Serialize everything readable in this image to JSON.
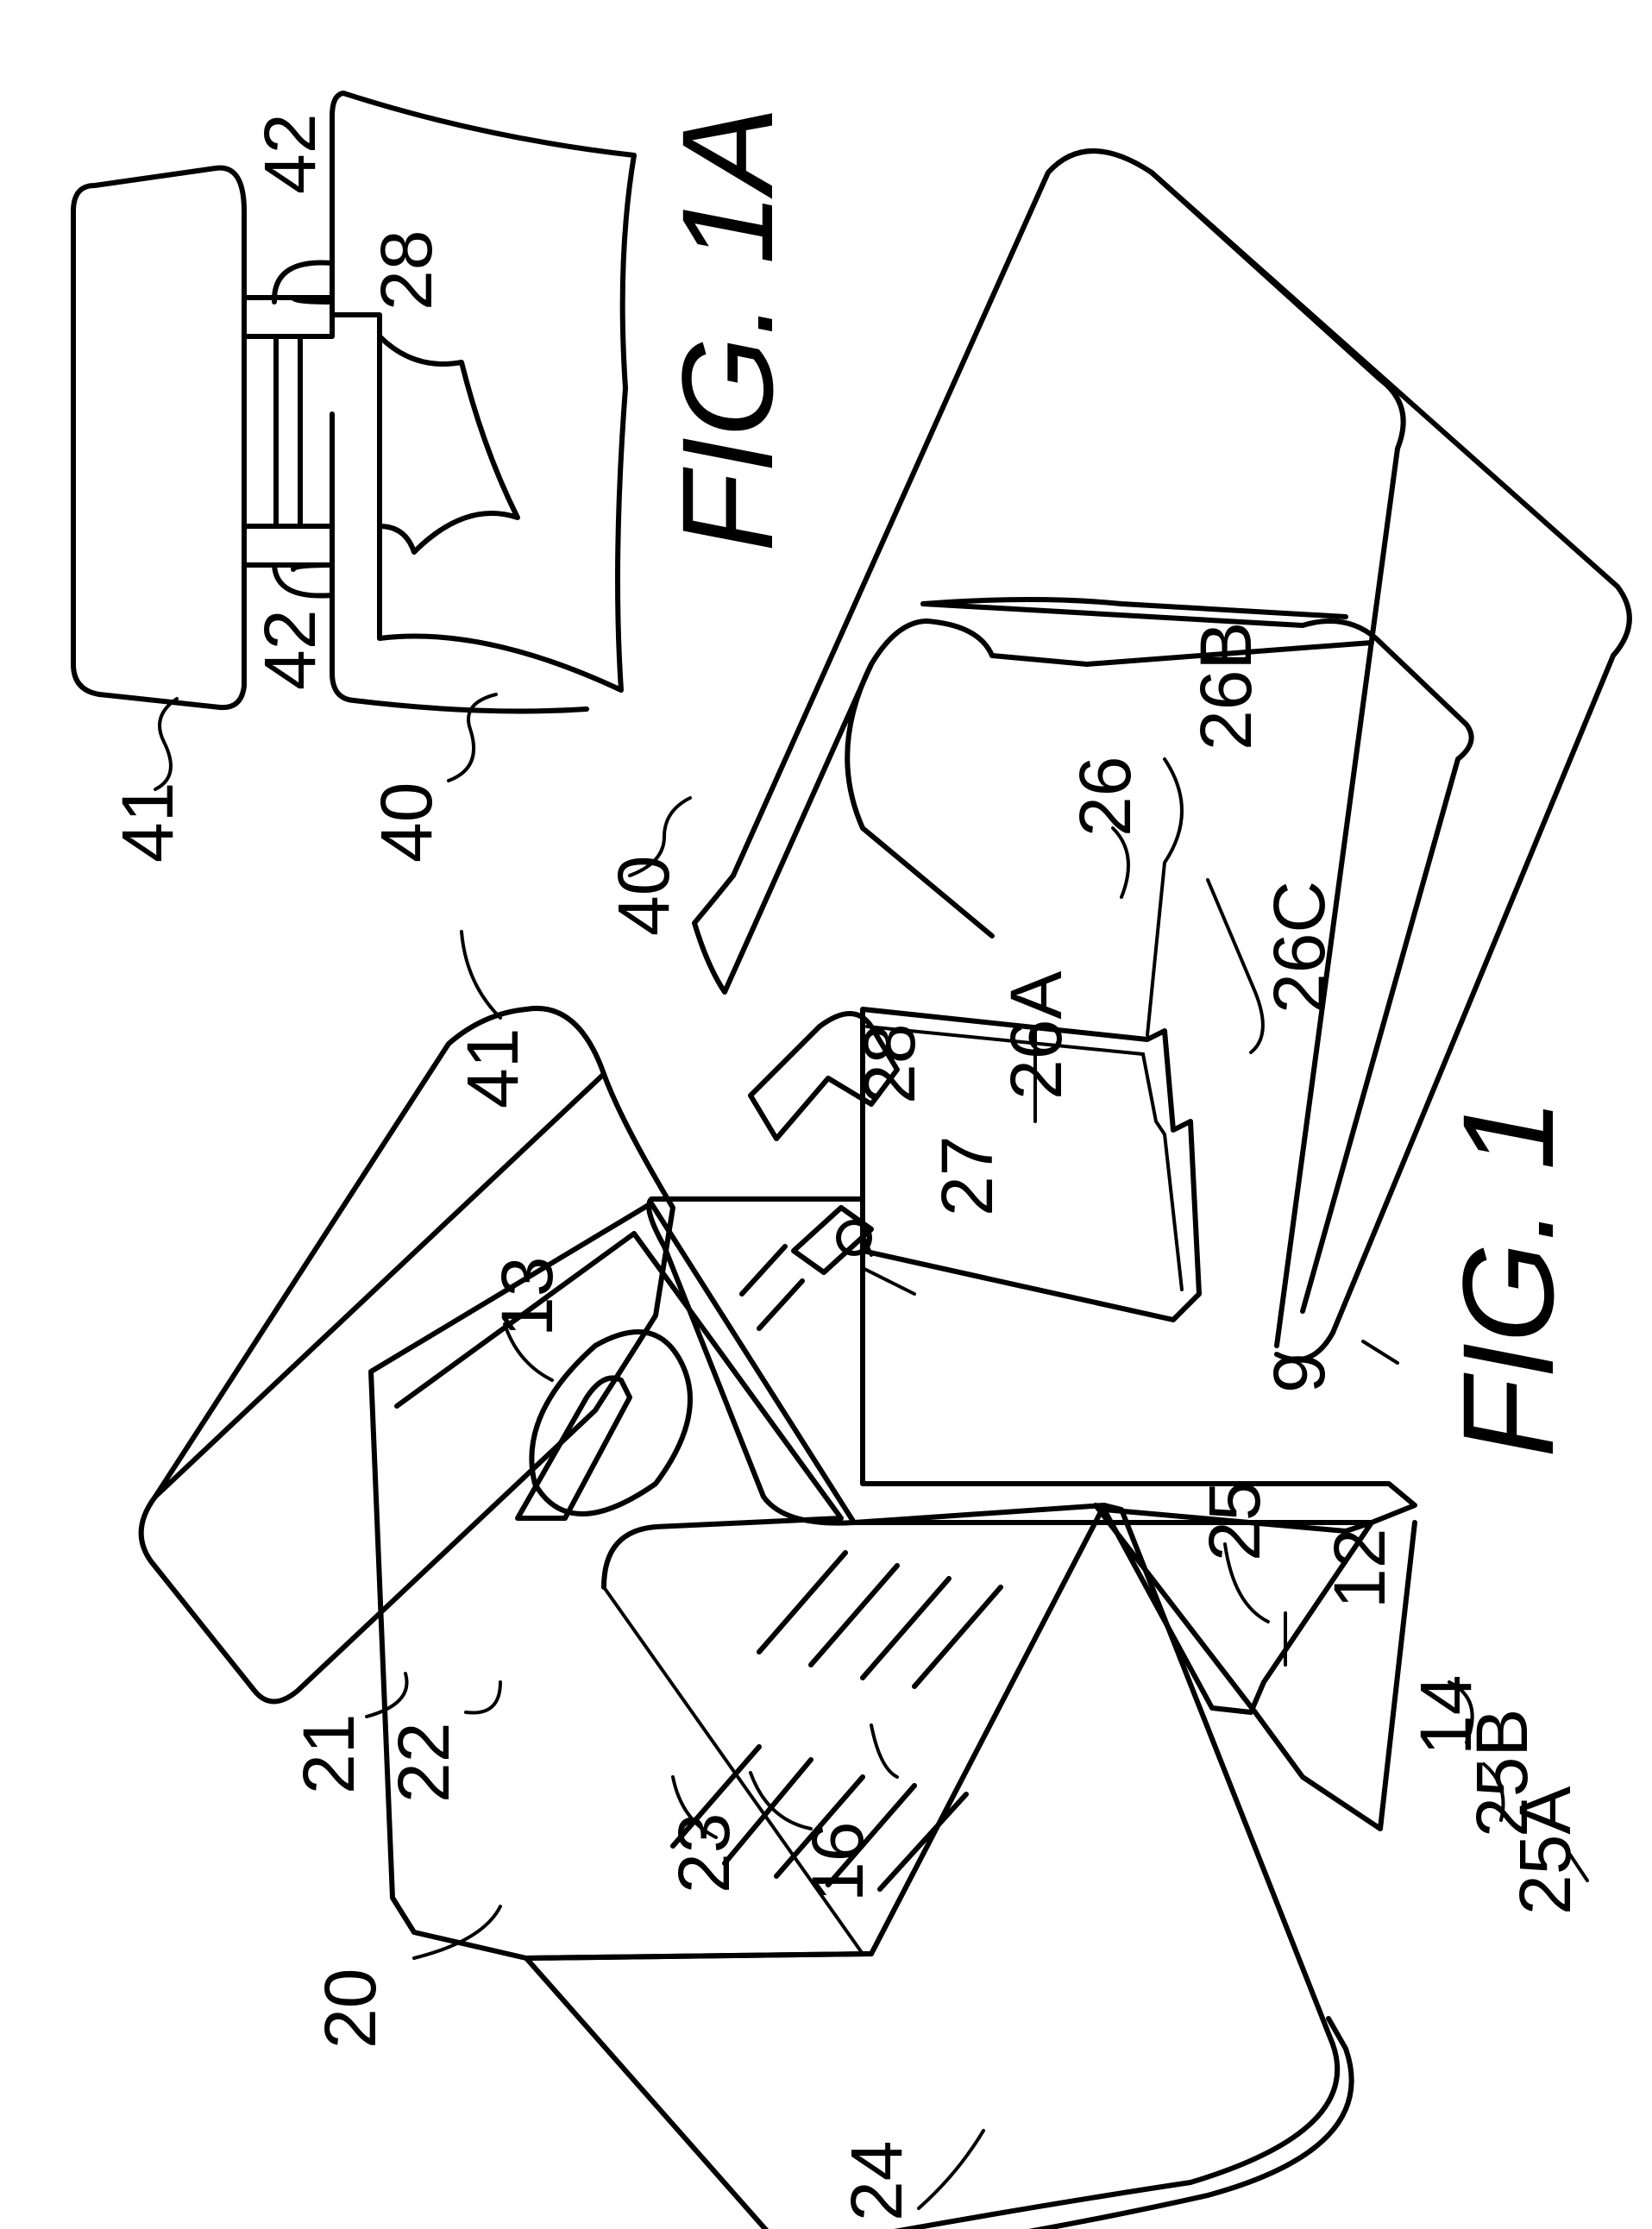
{
  "figures": [
    {
      "id": "fig1a",
      "label": "FIG. 1A"
    },
    {
      "id": "fig1",
      "label": "FIG. 1"
    }
  ],
  "fig1a_labels": {
    "r41": "41",
    "r40": "40",
    "r42a": "42",
    "r42b": "42",
    "r28": "28"
  },
  "fig1_labels": {
    "r41": "41",
    "r40": "40",
    "r26": "26",
    "r26b": "26B",
    "r26c": "26C",
    "r26a": "26A",
    "r28": "28",
    "r27": "27",
    "r13": "13",
    "r9": "9",
    "r25": "25",
    "r12": "12",
    "r14": "14",
    "r25b": "25B",
    "r25a": "25A",
    "r21": "21",
    "r22": "22",
    "r23": "23",
    "r16": "16",
    "r20": "20",
    "r24": "24"
  }
}
